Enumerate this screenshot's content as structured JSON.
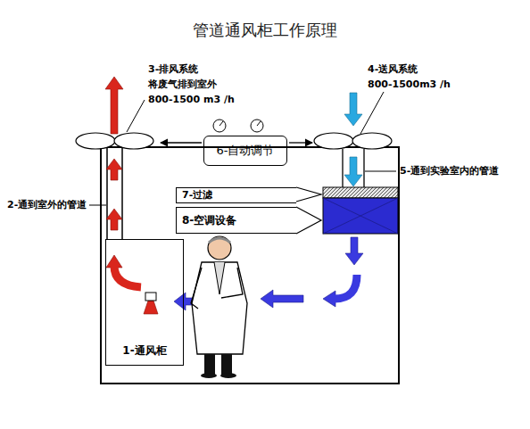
{
  "diagram": {
    "title": "管道通风柜工作原理",
    "nodes": [
      {
        "text": [
          "6-自动调节"
        ]
      },
      {
        "text": [
          "7-过滤"
        ]
      },
      {
        "text": [
          "8-空调设备"
        ]
      },
      {
        "text": [
          "1-通风柜"
        ]
      }
    ],
    "labels": [
      "3-排风系统",
      "将废气排到室外",
      "800-1500 m3 /h",
      "4-送风系统",
      "800-1500m3 /h",
      "5-通到实验室内的管道",
      "2-通到室外的管道"
    ]
  }
}
